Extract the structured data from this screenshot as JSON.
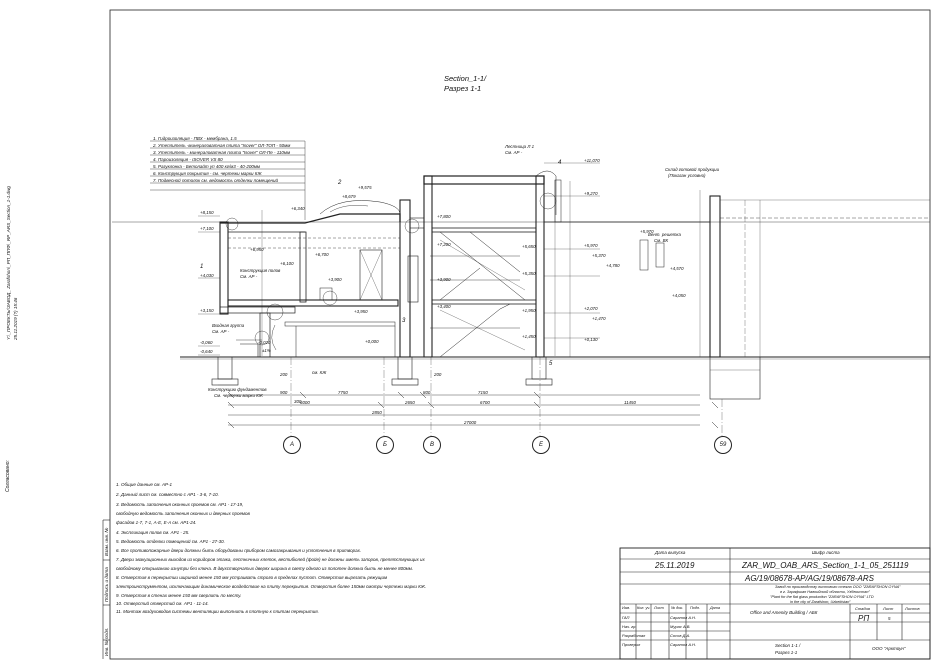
{
  "drawing": {
    "title_en": "Section_1-1/",
    "title_ru": "Разрез 1-1",
    "legend": [
      "1. Гидроизоляция - ПВХ - мембрана, 1.5",
      "2. Утеплитель -минераловатная плита \"Isover\" ОЛ-ТОП   - 50мм",
      "3. Утеплитель - минераловатная плита \"Isover\" ОЛ-Пе    - 110мм",
      "4. Пароизоляция - ISOVER VS 80",
      "5. Разуклонка - Бетолайт уп 400 кг/м3              - 40-200мм",
      "6. Конструкция покрытия - см. чертежи марки КЖ",
      "7. Подвесной потолок см. ведомость отделки помещений"
    ],
    "level_marks": [
      "+8,150",
      "+7,100",
      "+6,340",
      "+9,575",
      "+8,679",
      "+6,950",
      "+6,700",
      "+6,100",
      "+4,030",
      "+3,900",
      "+3,950",
      "+3,150",
      "-0,020",
      "-0,060",
      "-0,640",
      "+7,800",
      "+7,200",
      "+5,650",
      "+5,350",
      "+3,900",
      "+3,400",
      "+1,950",
      "+1,450",
      "+0,000",
      "+11,070",
      "+9,270",
      "+5,970",
      "+5,370",
      "+4,780",
      "+4,570",
      "+4,050",
      "+2,070",
      "+1,470",
      "+0,130",
      "+5,970",
      "±1%"
    ],
    "callouts": [
      {
        "text": "Лестница Л 1",
        "sub": "См. АР -"
      },
      {
        "text": "Конструкция полов",
        "sub": "См. АР -"
      },
      {
        "text": "Входная группа",
        "sub": "См. АР -"
      },
      {
        "text": "Конструкцию фундаментов",
        "sub": "См. чертежи марки КЖ"
      },
      {
        "text": "Склад готовой продукции",
        "sub": "(Показан условно)"
      },
      {
        "text": "Вент. решетка",
        "sub": "См. ВК"
      },
      {
        "text": "см. КЖ",
        "sub": ""
      }
    ],
    "dimensions": [
      "7750",
      "2650",
      "7150",
      "11450",
      "6000",
      "6700",
      "2850",
      "27000",
      "900",
      "300",
      "200",
      "200",
      "800"
    ],
    "axes": [
      "А",
      "Б",
      "В",
      "Е",
      "59"
    ],
    "numbers": [
      "1",
      "2",
      "3",
      "4",
      "5"
    ]
  },
  "notes": [
    "1. Общие данные см. АР-1",
    "2. Данный лист см. совместно с АР1 - 3-6, 7-10.",
    "3. Ведомость заполнения оконных проемов см. АР1 - 17-19,",
    "свободную ведомость заполнения оконных и дверных проемов",
    "фасадов 1-7, 7-1, А-Е, Е-А см. АР1-24.",
    "4. Экспликация полов см. АР1 - 25.",
    "5. Ведомость отделки помещений см. АР1 - 27-30.",
    "6. Все противопожарные двери должны быть оборудованы прибором самозакрывания и уплотнения в притворах.",
    "7. Двери эвакуационных выходов из коридоров этажа, лестничных клеток, вестибюлей (фойе) не должны иметь запоров, препятствующих их",
    "свободному открыванию изнутри без ключа. В двухстворчатых дверях ширина в свету одного из полотен должна быть не менее 800мм.",
    "8. Отверстия в перекрытии шириной менее 150 мм устраивать строго в пределах пустот. Отверстия вырезать режущим",
    "электроинструментом, исключающим динамическое воздействие на плиту перекрытия. Отверстия более 150мм смотри чертежи марки КЖ.",
    "9. Отверстия в стенах менее 150 мм сверлить по месту.",
    "10. Отверстий отверстий см. АР1 - 11-14.",
    "11. Монтаж воздуховодов системы  вентиляции выполнить в плотную к плитам перекрытия."
  ],
  "side_stamp": {
    "line1": "Y:\\_ПРОЕКТЫ\\ЗАВОД_ Zarafshon\\_РП_ППФ\\_RP_ARS_Section_1-1.dwg",
    "line2": "25.11.2019 (?) 15:46",
    "agreed": "Согласовано:",
    "fields": [
      "Взам. инв. №",
      "Подпись и дата",
      "Инв. № подл."
    ]
  },
  "title_block": {
    "date_label": "Дата выпуска",
    "date": "25.11.2019",
    "code_label": "Шифр листа",
    "code": "ZAR_WD_OAB_ARS_Section_1-1_05_251119",
    "project_no": "AG/19/08678-AP/AG/19/08678-ARS",
    "project_desc": [
      "Завод по производству листового стекла ООО \"ZARAFSHON OYNA\"",
      "в г. Зарафшан Навоийской области, Узбекистан\"",
      "\"Plant for the flat glass production \"ZARAFSHON OYNA\" LTD",
      "in the city of Zarafshon, Uzbekistan\""
    ],
    "col_headers": [
      "Изм.",
      "Кол. уч.",
      "Лист",
      "№ док.",
      "Подп.",
      "Дата"
    ],
    "roles": [
      {
        "role": "ГАП",
        "name": "Саратов А.Н."
      },
      {
        "role": "Нач. гр.",
        "name": "Мурас А.В."
      },
      {
        "role": "Разработал",
        "name": "Сосов Д.А."
      },
      {
        "role": "Проверил",
        "name": "Саратов А.Н."
      }
    ],
    "building": "Office and Amenity Building / АБК",
    "stage_label": "Стадия",
    "stage": "РП",
    "sheet_label": "Лист",
    "sheet": "5",
    "sheets_label": "Листов",
    "sheets": "",
    "section_title": [
      "Section 1-1 /",
      "Разрез 1-1"
    ],
    "company": "ООО \"Арктоун\""
  }
}
